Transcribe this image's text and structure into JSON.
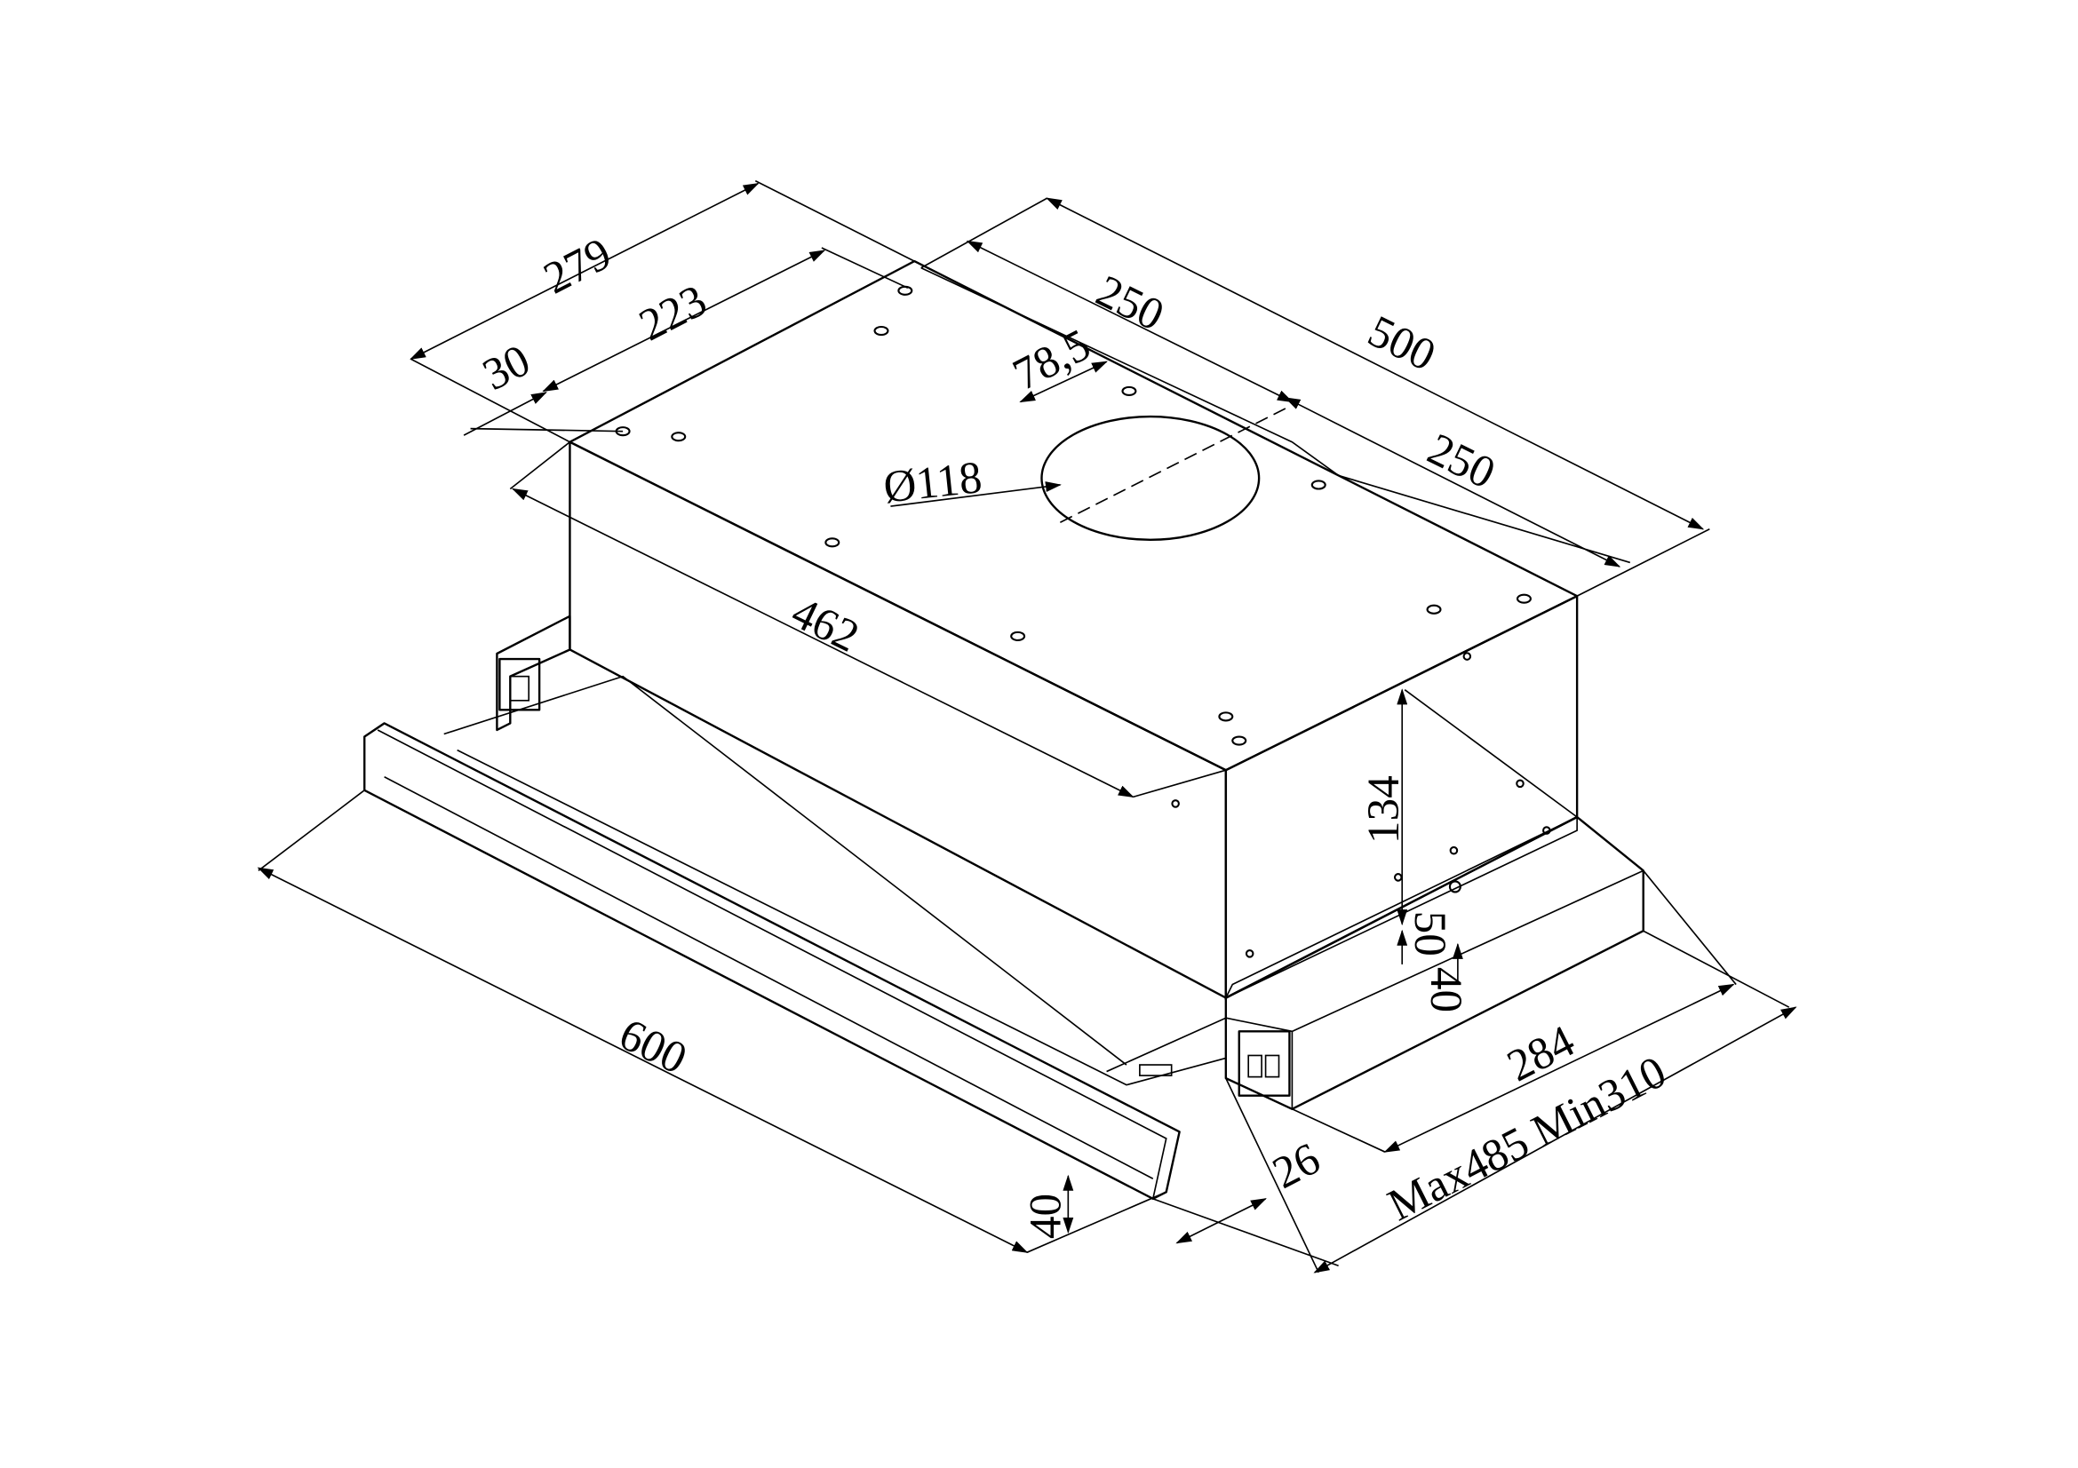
{
  "dimensions": {
    "d279": "279",
    "d223": "223",
    "d30": "30",
    "d250_top": "250",
    "d78_5": "78,5",
    "d500": "500",
    "d250_right": "250",
    "d118": "Ø118",
    "d462": "462",
    "d134": "134",
    "d50": "50",
    "d40_right": "40",
    "d284": "284",
    "d_maxmin": "Max485 Min310",
    "d26": "26",
    "d40_front": "40",
    "d600": "600"
  }
}
